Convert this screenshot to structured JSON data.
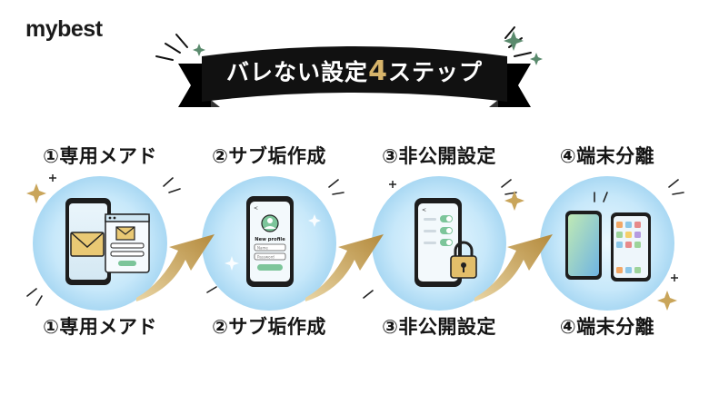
{
  "brand": {
    "logo": "mybest"
  },
  "banner": {
    "prefix": "バレない設定",
    "number": "4",
    "suffix": "ステップ"
  },
  "steps": [
    {
      "title": "①専用メアド"
    },
    {
      "title": "②サブ垢作成"
    },
    {
      "title": "③非公開設定"
    },
    {
      "title": "④端末分離"
    }
  ],
  "illustration": {
    "profile_title": "New profile",
    "name_field": "Name",
    "password_field": "Password"
  },
  "colors": {
    "banner": "#111111",
    "gold": "#d7b46a",
    "circle": "#bfe3f7",
    "arrow": "#c9a55a"
  }
}
